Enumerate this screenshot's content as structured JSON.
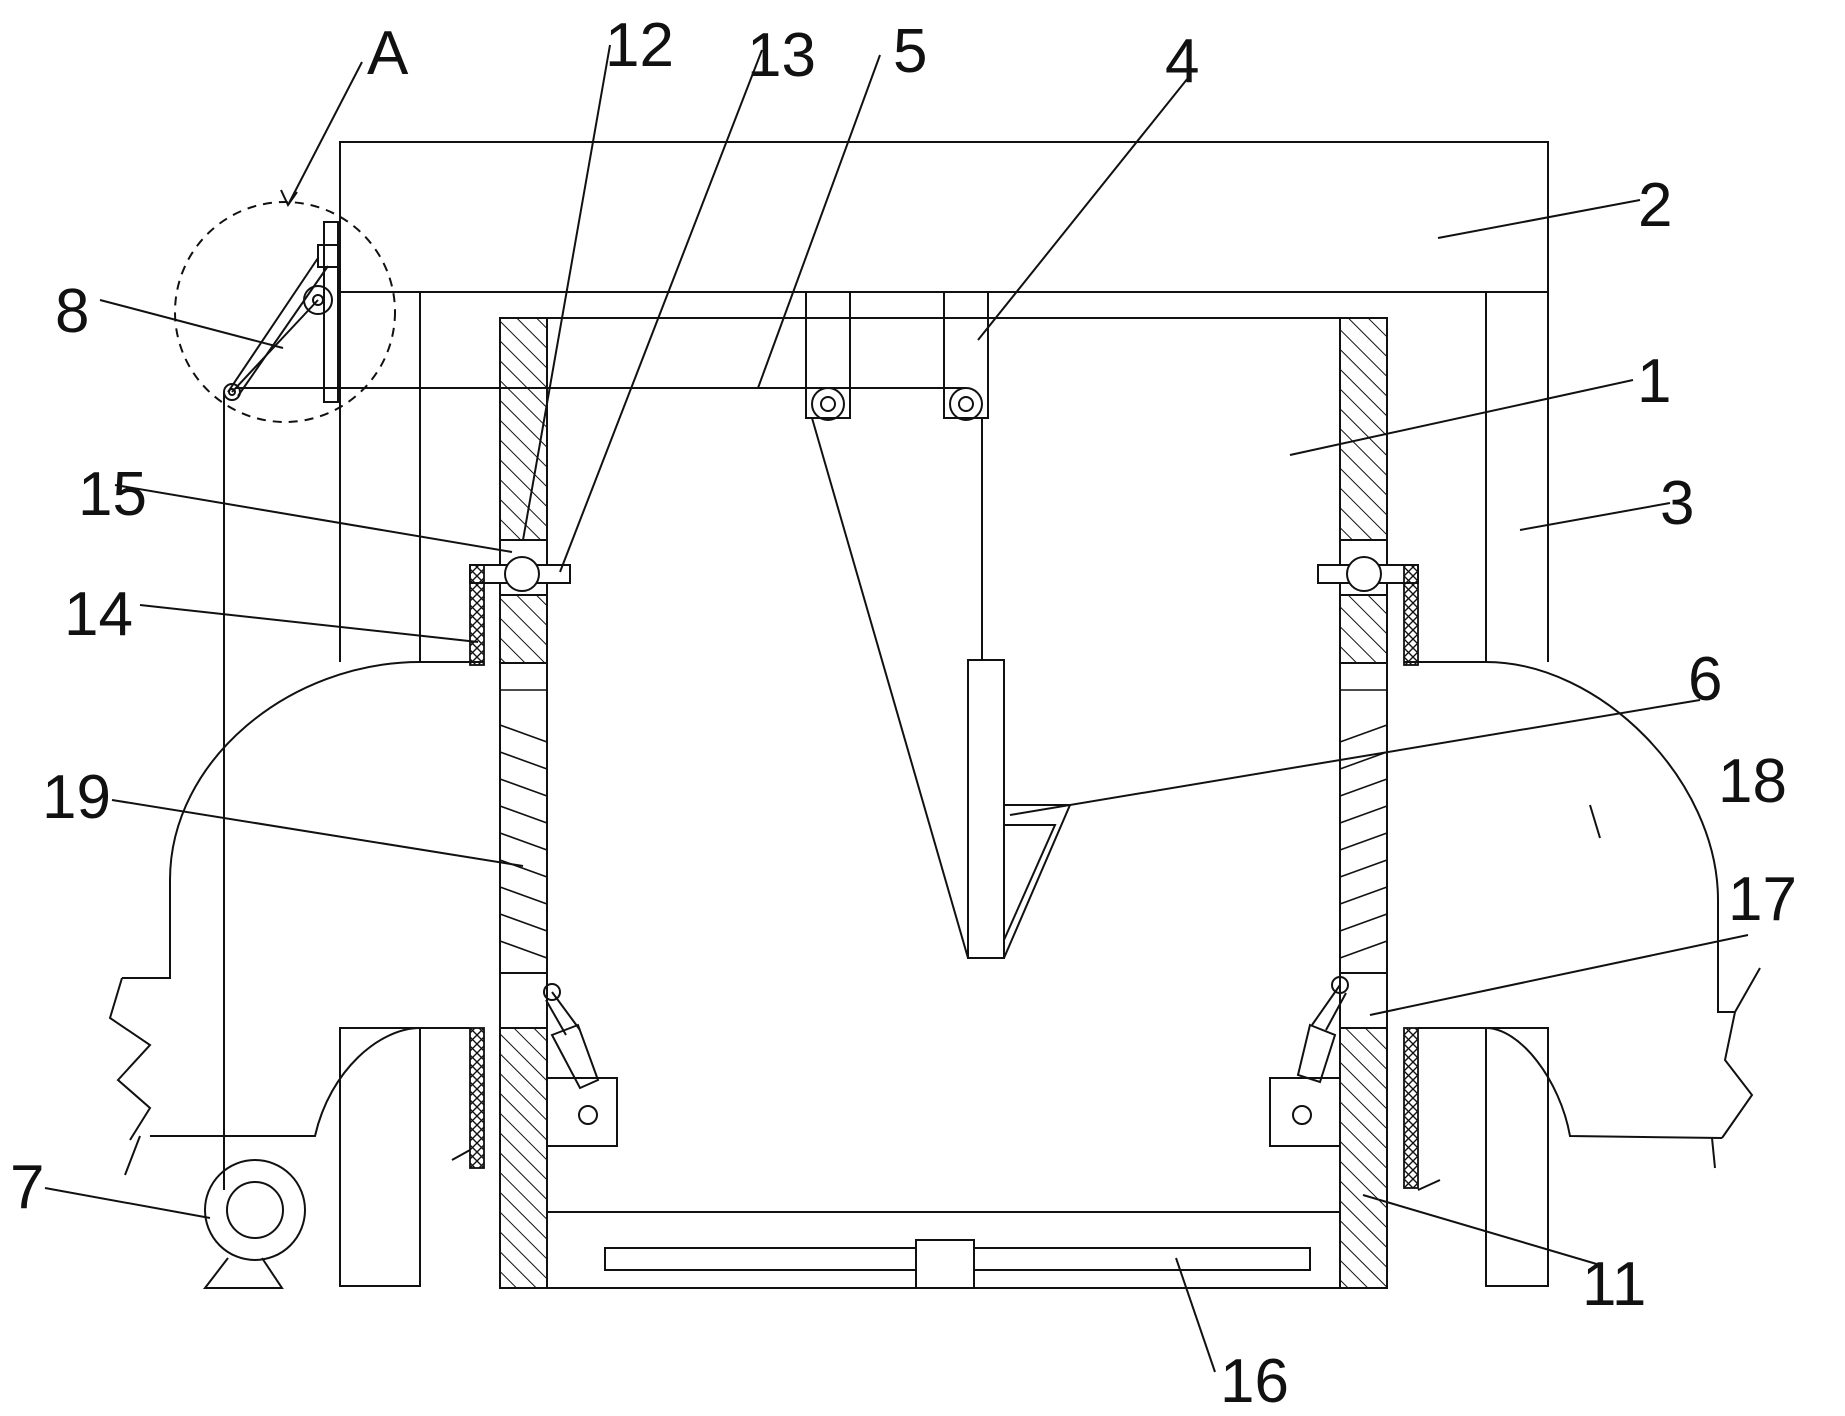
{
  "callouts": [
    {
      "id": "A"
    },
    {
      "id": "12"
    },
    {
      "id": "13"
    },
    {
      "id": "5"
    },
    {
      "id": "4"
    },
    {
      "id": "2"
    },
    {
      "id": "8"
    },
    {
      "id": "1"
    },
    {
      "id": "3"
    },
    {
      "id": "15"
    },
    {
      "id": "14"
    },
    {
      "id": "6"
    },
    {
      "id": "18"
    },
    {
      "id": "19"
    },
    {
      "id": "17"
    },
    {
      "id": "7"
    },
    {
      "id": "11"
    },
    {
      "id": "16"
    }
  ]
}
